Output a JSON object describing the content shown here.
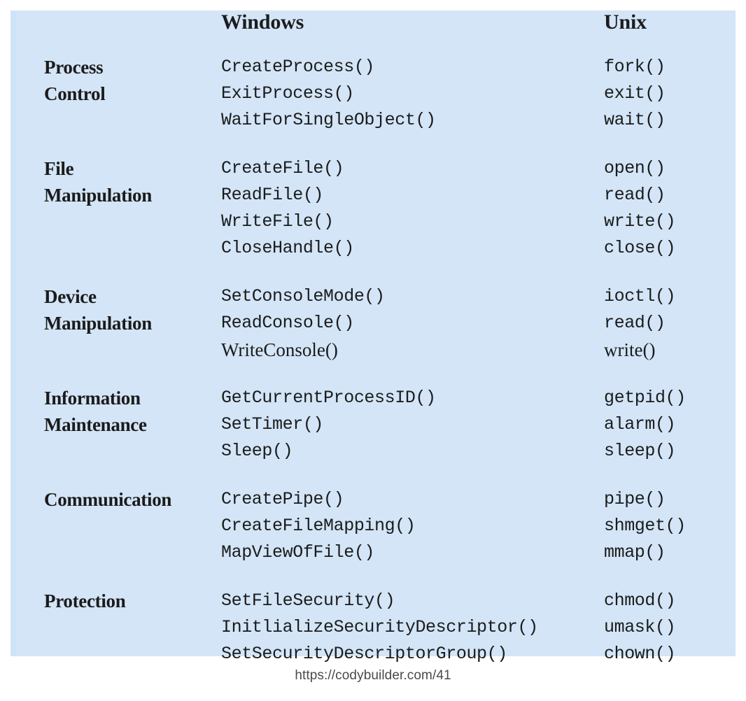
{
  "figure": {
    "panel_background": "#d3e5f7",
    "text_color": "#1b1b1b",
    "headers": {
      "category": "",
      "windows": "Windows",
      "unix": "Unix"
    },
    "groups": [
      {
        "category_lines": [
          "Process",
          "Control"
        ],
        "rows": [
          {
            "windows": "CreateProcess()",
            "unix": "fork()",
            "variant": "mono"
          },
          {
            "windows": "ExitProcess()",
            "unix": "exit()",
            "variant": "mono"
          },
          {
            "windows": "WaitForSingleObject()",
            "unix": "wait()",
            "variant": "mono"
          }
        ]
      },
      {
        "category_lines": [
          "File",
          "Manipulation"
        ],
        "rows": [
          {
            "windows": "CreateFile()",
            "unix": "open()",
            "variant": "mono"
          },
          {
            "windows": "ReadFile()",
            "unix": "read()",
            "variant": "mono"
          },
          {
            "windows": "WriteFile()",
            "unix": "write()",
            "variant": "mono"
          },
          {
            "windows": "CloseHandle()",
            "unix": "close()",
            "variant": "mono"
          }
        ]
      },
      {
        "category_lines": [
          "Device",
          "Manipulation"
        ],
        "rows": [
          {
            "windows": "SetConsoleMode()",
            "unix": "ioctl()",
            "variant": "mono"
          },
          {
            "windows": "ReadConsole()",
            "unix": "read()",
            "variant": "mono"
          },
          {
            "windows": "WriteConsole()",
            "unix": "write()",
            "variant": "serif"
          }
        ]
      },
      {
        "category_lines": [
          "Information",
          "Maintenance"
        ],
        "rows": [
          {
            "windows": "GetCurrentProcessID()",
            "unix": "getpid()",
            "variant": "mono"
          },
          {
            "windows": "SetTimer()",
            "unix": "alarm()",
            "variant": "mono"
          },
          {
            "windows": "Sleep()",
            "unix": "sleep()",
            "variant": "mono"
          }
        ]
      },
      {
        "category_lines": [
          "Communication"
        ],
        "rows": [
          {
            "windows": "CreatePipe()",
            "unix": "pipe()",
            "variant": "mono"
          },
          {
            "windows": "CreateFileMapping()",
            "unix": "shmget()",
            "variant": "mono"
          },
          {
            "windows": "MapViewOfFile()",
            "unix": "mmap()",
            "variant": "mono"
          }
        ]
      },
      {
        "category_lines": [
          "Protection"
        ],
        "rows": [
          {
            "windows": "SetFileSecurity()",
            "unix": "chmod()",
            "variant": "mono"
          },
          {
            "windows": "InitlializeSecurityDescriptor()",
            "unix": "umask()",
            "variant": "mono"
          },
          {
            "windows": "SetSecurityDescriptorGroup()",
            "unix": "chown()",
            "variant": "mono"
          }
        ]
      }
    ]
  },
  "caption": {
    "source_url": "https://codybuilder.com/41"
  }
}
